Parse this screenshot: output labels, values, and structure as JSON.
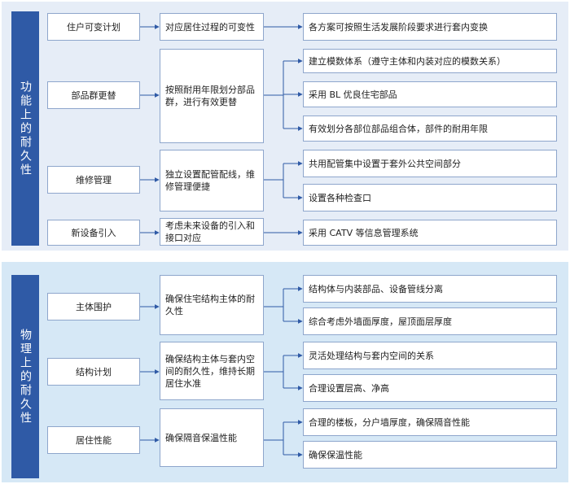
{
  "sections": [
    {
      "title": "功能上的耐久性",
      "rows": [
        {
          "category": "住户可变计划",
          "goal": "对应居住过程的可变性",
          "measures": [
            "各方案可按照生活发展阶段要求进行套内变换"
          ]
        },
        {
          "category": "部品群更替",
          "goal": "按照耐用年限划分部品群，进行有效更替",
          "measures": [
            "建立模数体系（遵守主体和内装对应的模数关系）",
            "采用 BL 优良住宅部品",
            "有效划分各部位部品组合体，部件的耐用年限"
          ]
        },
        {
          "category": "维修管理",
          "goal": "独立设置配管配线，维修管理便捷",
          "measures": [
            "共用配管集中设置于套外公共空间部分",
            "设置各种检查口"
          ]
        },
        {
          "category": "新设备引入",
          "goal": "考虑未来设备的引入和接口对应",
          "measures": [
            "采用 CATV 等信息管理系统"
          ]
        }
      ]
    },
    {
      "title": "物理上的耐久性",
      "rows": [
        {
          "category": "主体围护",
          "goal": "确保住宅结构主体的耐久性",
          "measures": [
            "结构体与内装部品、设备管线分离",
            "综合考虑外墙面厚度，屋顶面层厚度"
          ]
        },
        {
          "category": "结构计划",
          "goal": "确保结构主体与套内空间的耐久性，维持长期居住水准",
          "measures": [
            "灵活处理结构与套内空间的关系",
            "合理设置层高、净高"
          ]
        },
        {
          "category": "居住性能",
          "goal": "确保隔音保温性能",
          "measures": [
            "合理的楼板，分户墙厚度，确保隔音性能",
            "确保保温性能"
          ]
        }
      ]
    }
  ],
  "colors": {
    "side_bar": "#2f5aa6",
    "panel_top": "#e6edf7",
    "panel_bottom": "#d6e8f6",
    "line": "#2f5aa6",
    "box_border": "#8ea6cc"
  }
}
